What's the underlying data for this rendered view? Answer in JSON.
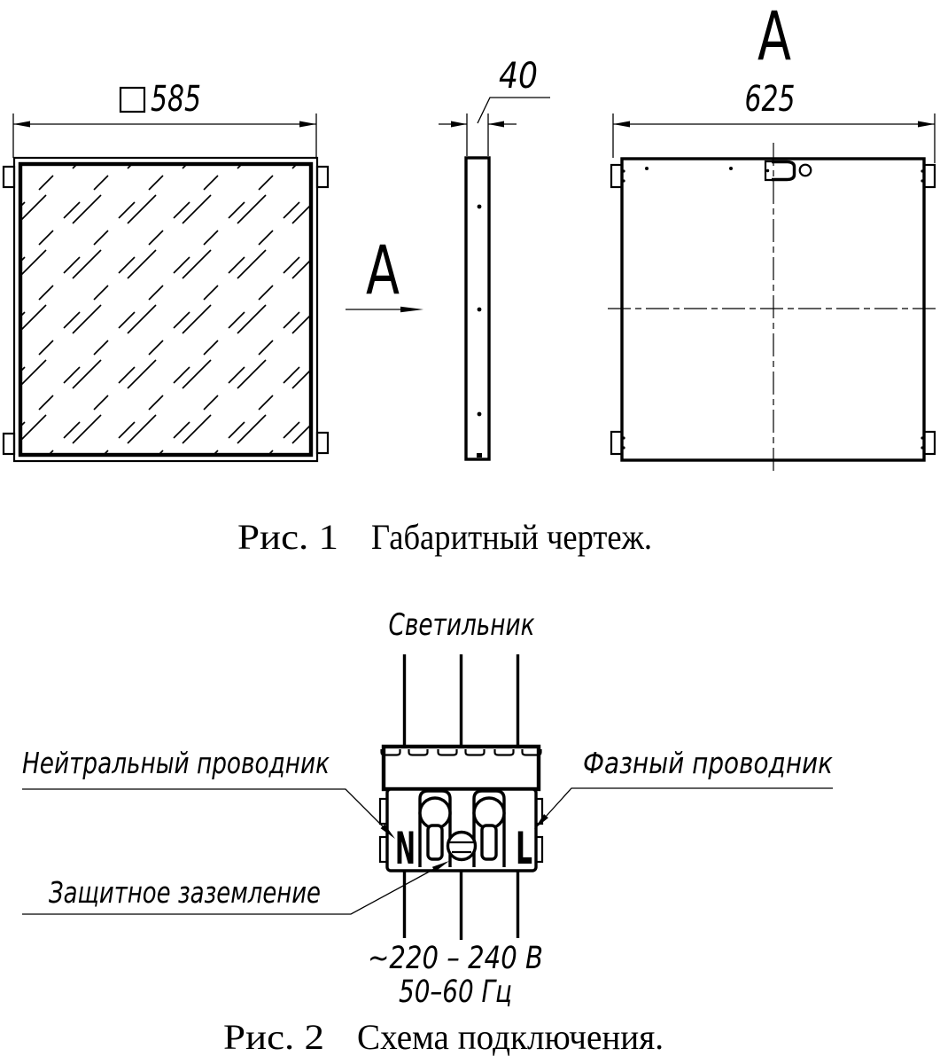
{
  "figure1": {
    "caption_prefix": "Рис. 1",
    "caption_text": "Габаритный чертеж.",
    "front_view": {
      "square_symbol": "□",
      "dimension_width": "585"
    },
    "side_view": {
      "dimension_thickness": "40",
      "view_arrow_label": "A"
    },
    "rear_view": {
      "view_label": "A",
      "dimension_width": "625"
    }
  },
  "figure2": {
    "caption_prefix": "Рис. 2",
    "caption_text": "Схема подключения.",
    "labels": {
      "luminaire": "Светильник",
      "neutral_conductor": "Нейтральный проводник",
      "phase_conductor": "Фазный проводник",
      "protective_earth": "Защитное заземление",
      "terminal_n": "N",
      "terminal_l": "L",
      "voltage": "~220 – 240 В",
      "frequency": "50–60 Гц"
    }
  },
  "colors": {
    "line": "#000000",
    "background": "#ffffff"
  }
}
